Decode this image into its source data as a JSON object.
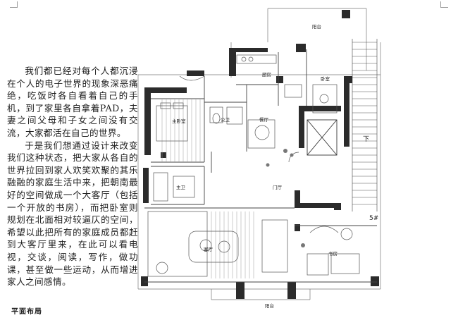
{
  "paragraphs": [
    "我们都已经对每个人都沉浸在个人的电子世界的现象深恶痛绝，吃饭时各自看着自己的手机，到了家里各自拿着PAD，夫妻之间父母和子女之间没有交流，大家都活在自己的世界。",
    "于是我们想通过设计来改变我们这种状态，把大家从各自的世界拉回到家人欢笑欢聚的其乐融融的家庭生活中来，把朝南最好的空间做成一个大客厅（包括一个开放的书房），而把卧室则规划在北面相对较逼仄的空间，希望以此把所有的家庭成员都赶到大客厅里来，在此可以看电视，交谈，阅读，写作，做功课，甚至做一些运动，从而增进家人之间感情。"
  ],
  "caption": "平面布局",
  "rooms": {
    "balcony_north": "阳台",
    "kitchen": "厨房",
    "bedroom_east": "卧室",
    "master_bedroom": "主卧室",
    "bathroom_shared": "公卫",
    "dining": "餐厅",
    "master_bath": "主卫",
    "foyer": "门厅",
    "living": "客厅",
    "study": "书房",
    "balcony_south": "阳台",
    "stair_label": "下",
    "unit_mark": "5#"
  }
}
